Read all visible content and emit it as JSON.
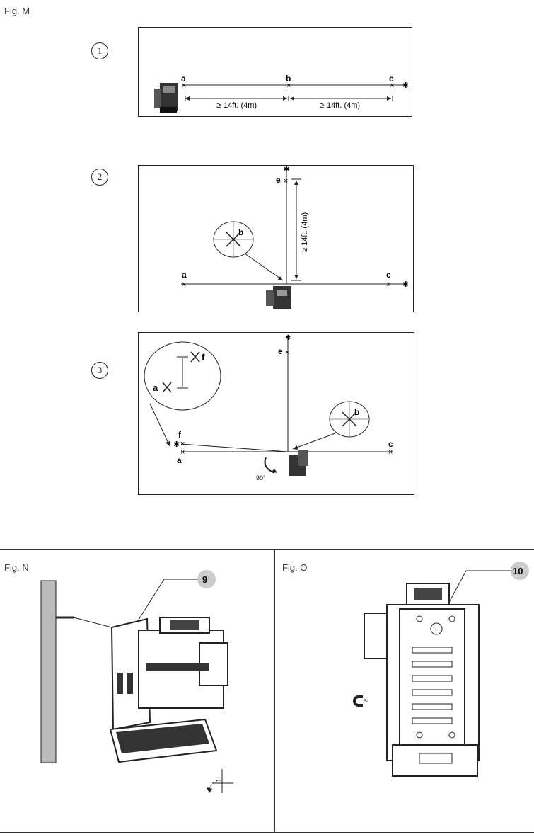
{
  "fig_m": {
    "label": "Fig. M",
    "step1": {
      "number": "1",
      "points": [
        "a",
        "b",
        "c"
      ],
      "dist1": "14ft. (4m)",
      "dist2": "14ft. (4m)"
    },
    "step2": {
      "number": "2",
      "points": [
        "a",
        "c",
        "e"
      ],
      "zoom_label": "b",
      "vert_dist": "14ft. (4m)"
    },
    "step3": {
      "number": "3",
      "points": [
        "e",
        "f",
        "a",
        "c"
      ],
      "zoom_labels": [
        "f",
        "a"
      ],
      "zoom_b": "b",
      "angle": "90°"
    }
  },
  "fig_n": {
    "label": "Fig. N",
    "callout": "9"
  },
  "fig_o": {
    "label": "Fig. O",
    "callout": "10"
  }
}
